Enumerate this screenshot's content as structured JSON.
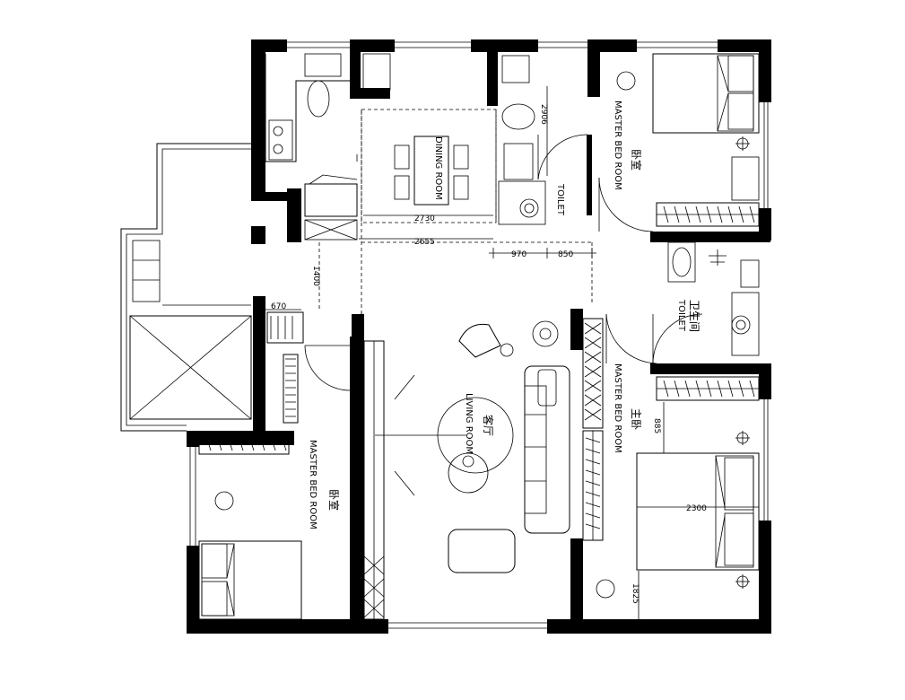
{
  "rooms": {
    "dining_en": "DINING ROOM",
    "toilet_en": "TOILET",
    "master_top_zh": "卧室",
    "master_top_en": "MASTER BED ROOM",
    "bath2_zh": "卫生间",
    "bath2_en": "TOILET",
    "master_right_zh": "主卧",
    "master_right_en": "MASTER BED ROOM",
    "living_zh": "客厅",
    "living_en": "LIVING ROOM",
    "master_left_zh": "卧室",
    "master_left_en": "MASTER BED ROOM"
  },
  "dimensions": {
    "d2906": "2906",
    "d2730": "2730",
    "d2655": "2655",
    "d970": "970",
    "d850": "850",
    "d1400": "1400",
    "d670": "670",
    "d885": "885",
    "d2300": "2300",
    "d1825": "1825"
  }
}
